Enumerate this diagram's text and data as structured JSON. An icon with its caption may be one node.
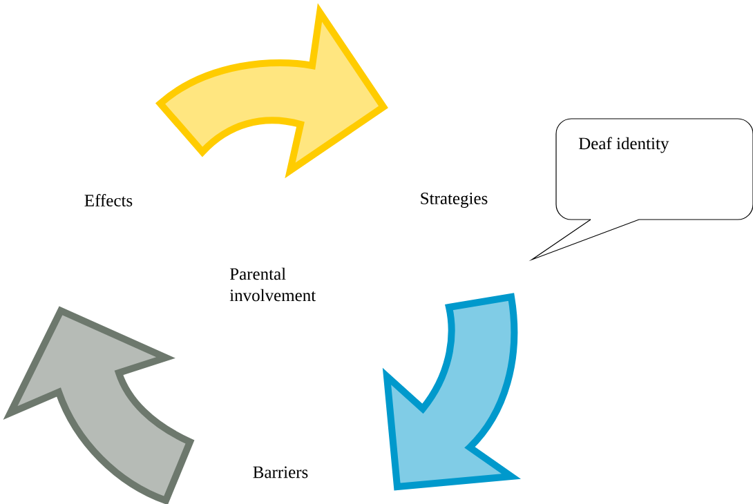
{
  "diagram": {
    "nodes": [
      {
        "text": [
          "Deaf identity"
        ]
      },
      {
        "text": [
          "Effects"
        ]
      },
      {
        "text": [
          "Strategies"
        ]
      },
      {
        "text": [
          "Parental involvement"
        ]
      },
      {
        "text": [
          "Barriers"
        ]
      }
    ],
    "edges": [
      {
        "from": 1,
        "to": 2,
        "arrow": "to",
        "color": "#ffcc00"
      },
      {
        "from": 2,
        "to": 4,
        "arrow": "to",
        "color": "#0099cc"
      },
      {
        "from": 4,
        "to": 1,
        "arrow": "to",
        "color": "#6d786d"
      }
    ]
  }
}
